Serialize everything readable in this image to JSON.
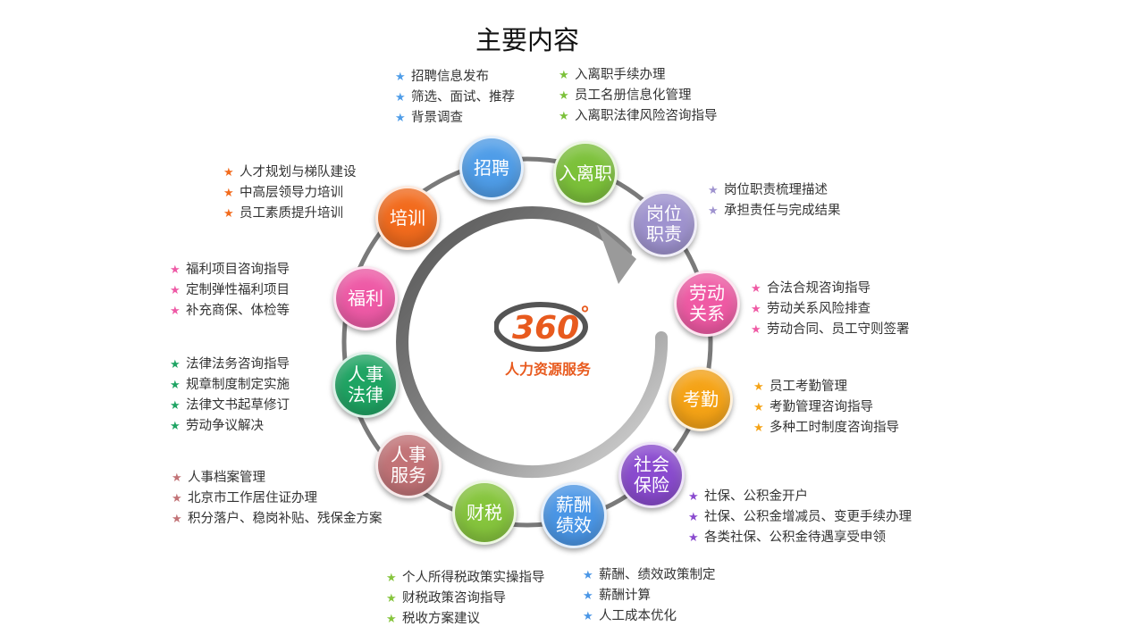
{
  "title": "主要内容",
  "logo": {
    "number": "360",
    "degree": "°",
    "tagline": "人力资源服务"
  },
  "nodes": [
    {
      "id": "recruit",
      "label": "招聘",
      "color": "#4f9de8",
      "items": [
        "招聘信息发布",
        "筛选、面试、推荐",
        "背景调查"
      ],
      "star_color": "#4f9de8"
    },
    {
      "id": "onboard",
      "label": "入离职",
      "color": "#7cc13a",
      "items": [
        "入离职手续办理",
        "员工名册信息化管理",
        "入离职法律风险咨询指导"
      ],
      "star_color": "#7cc13a"
    },
    {
      "id": "duty",
      "label": "岗位\n职责",
      "color": "#9f93cf",
      "items": [
        "岗位职责梳理描述",
        "承担责任与完成结果"
      ],
      "star_color": "#9f93cf"
    },
    {
      "id": "labor",
      "label": "劳动\n关系",
      "color": "#ef5aa4",
      "items": [
        "合法合规咨询指导",
        "劳动关系风险排查",
        "劳动合同、员工守则签署"
      ],
      "star_color": "#ef5aa4"
    },
    {
      "id": "attend",
      "label": "考勤",
      "color": "#f5a316",
      "items": [
        "员工考勤管理",
        "考勤管理咨询指导",
        "多种工时制度咨询指导"
      ],
      "star_color": "#f5a316"
    },
    {
      "id": "social",
      "label": "社会\n保险",
      "color": "#8a4bcf",
      "items": [
        "社保、公积金开户",
        "社保、公积金增减员、变更手续办理",
        "各类社保、公积金待遇享受申领"
      ],
      "star_color": "#8a4bcf"
    },
    {
      "id": "salary",
      "label": "薪酬\n绩效",
      "color": "#4a96e6",
      "items": [
        "薪酬、绩效政策制定",
        "薪酬计算",
        "人工成本优化"
      ],
      "star_color": "#4a96e6"
    },
    {
      "id": "tax",
      "label": "财税",
      "color": "#86c53d",
      "items": [
        "个人所得税政策实操指导",
        "财税政策咨询指导",
        "税收方案建议"
      ],
      "star_color": "#86c53d"
    },
    {
      "id": "hrsvc",
      "label": "人事\n服务",
      "color": "#c27377",
      "items": [
        "人事档案管理",
        "北京市工作居住证办理",
        "积分落户、稳岗补贴、残保金方案"
      ],
      "star_color": "#c27377"
    },
    {
      "id": "law",
      "label": "人事\n法律",
      "color": "#1fa463",
      "items": [
        "法律法务咨询指导",
        "规章制度制定实施",
        "法律文书起草修订",
        "劳动争议解决"
      ],
      "star_color": "#1fa463"
    },
    {
      "id": "welfare",
      "label": "福利",
      "color": "#ee5aa6",
      "items": [
        "福利项目咨询指导",
        "定制弹性福利项目",
        "补充商保、体检等"
      ],
      "star_color": "#ee5aa6"
    },
    {
      "id": "train",
      "label": "培训",
      "color": "#f26b1d",
      "items": [
        "人才规划与梯队建设",
        "中高层领导力培训",
        "员工素质提升培训"
      ],
      "star_color": "#f26b1d"
    }
  ]
}
